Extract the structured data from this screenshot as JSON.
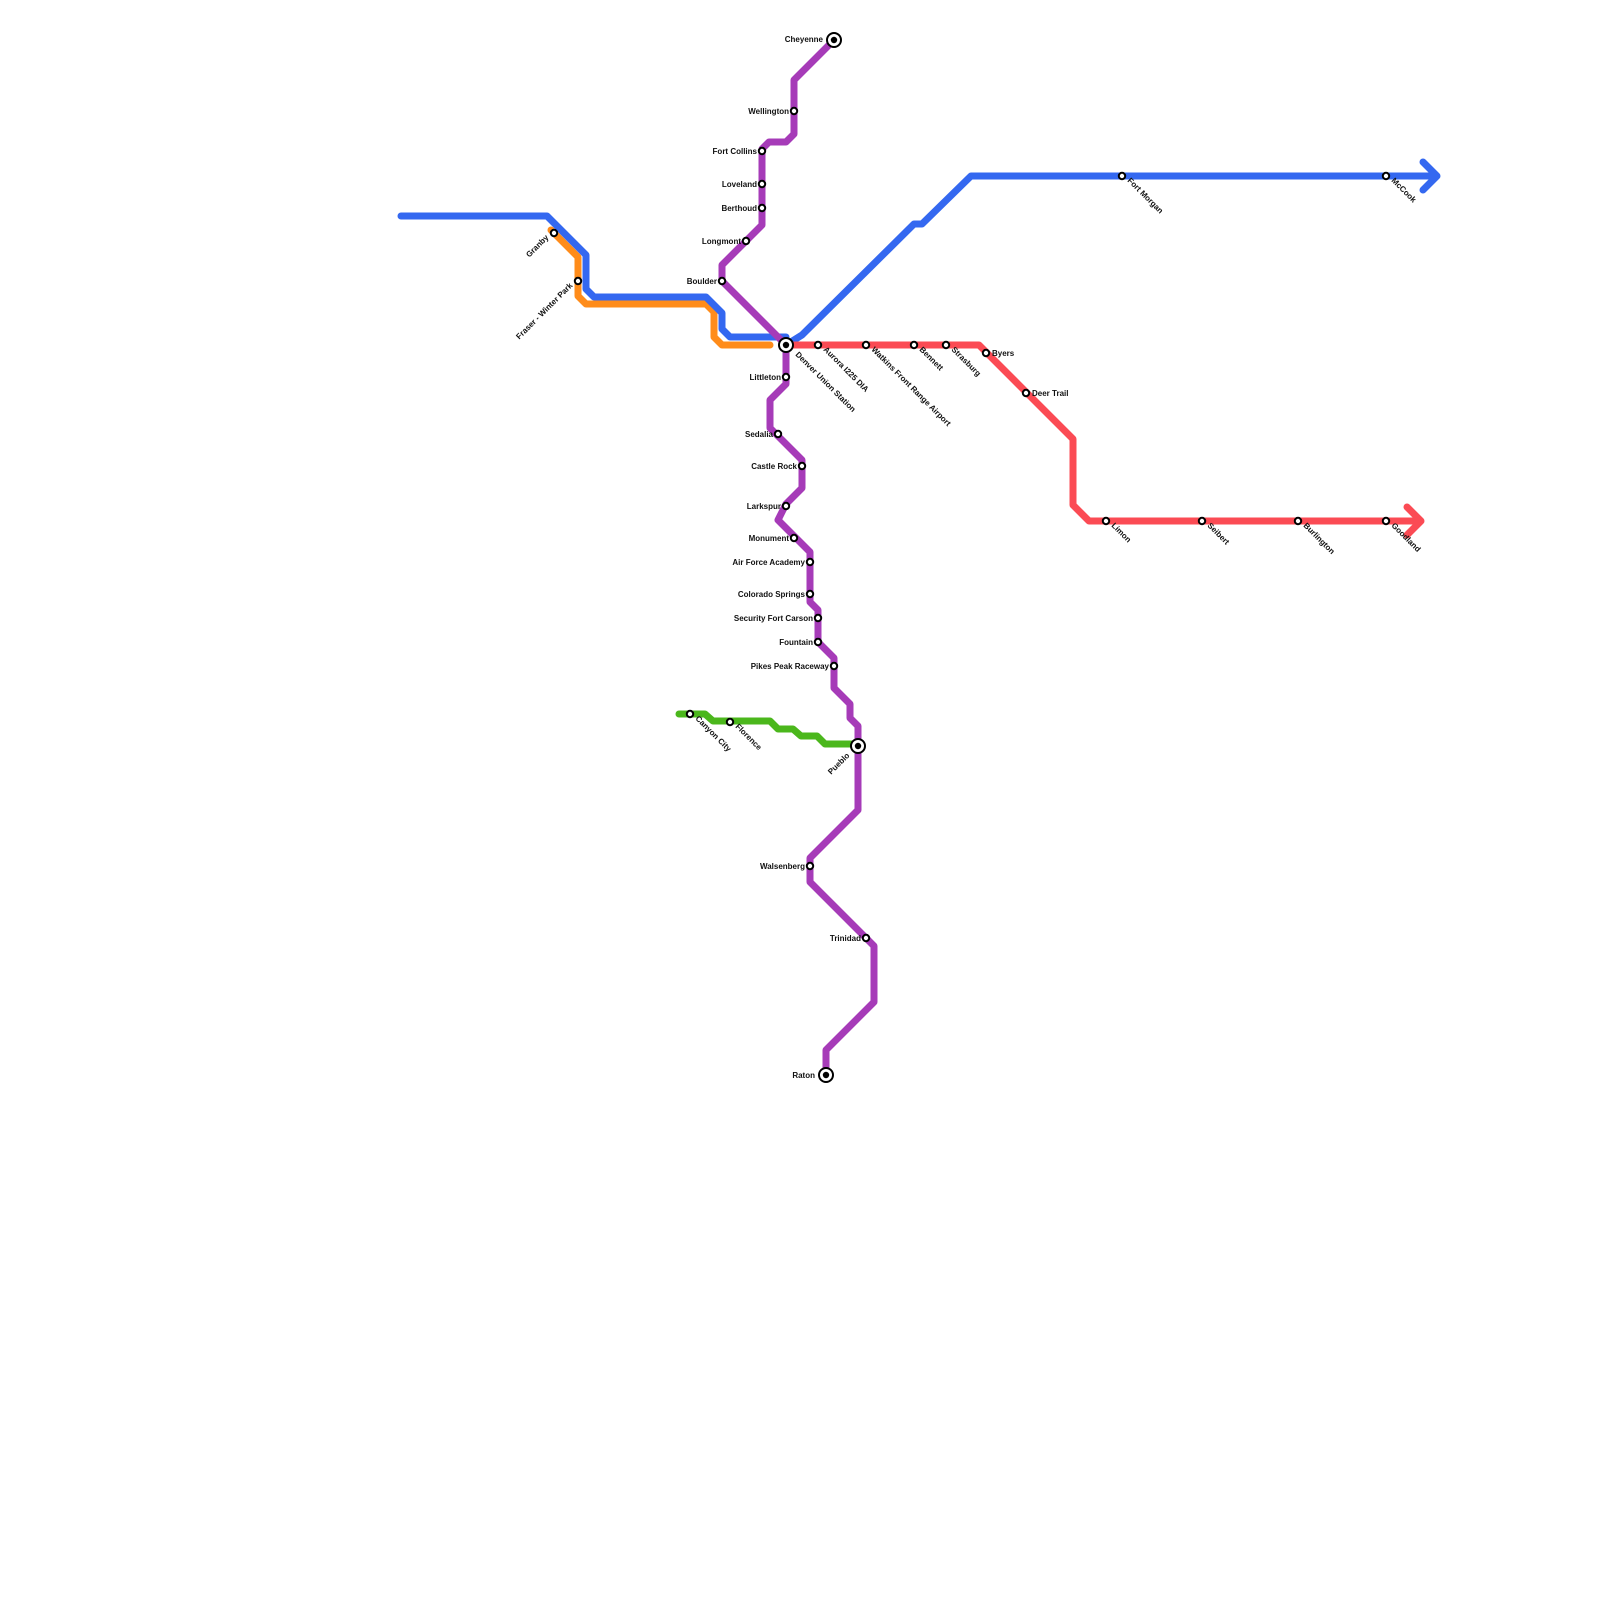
{
  "lines": [
    {
      "id": "purple",
      "color": "#a63bb8"
    },
    {
      "id": "blue",
      "color": "#3468f0"
    },
    {
      "id": "orange",
      "color": "#ff8c1a"
    },
    {
      "id": "red",
      "color": "#fb4b54"
    },
    {
      "id": "green",
      "color": "#4bb71c"
    }
  ],
  "stations": {
    "cheyenne": "Cheyenne",
    "wellington": "Wellington",
    "fort_collins": "Fort Collins",
    "loveland": "Loveland",
    "berthoud": "Berthoud",
    "longmont": "Longmont",
    "boulder": "Boulder",
    "denver_union_station": "Denver Union Station",
    "littleton": "Littleton",
    "sedalia": "Sedalia",
    "castle_rock": "Castle Rock",
    "larkspur": "Larkspur",
    "monument": "Monument",
    "air_force_academy": "Air Force Academy",
    "colorado_springs": "Colorado Springs",
    "security_fort_carson": "Security Fort Carson",
    "fountain": "Fountain",
    "pikes_peak_raceway": "Pikes Peak Raceway",
    "pueblo": "Pueblo",
    "walsenberg": "Walsenberg",
    "trinidad": "Trinidad",
    "raton": "Raton",
    "granby": "Granby",
    "fraser_winter_park": "Fraser - Winter Park",
    "aurora_i225_dia": "Aurora I225 DIA",
    "watkins_front_range_airport": "Watkins Front Range Airport",
    "bennett": "Bennett",
    "strasburg": "Strasburg",
    "byers": "Byers",
    "deer_trail": "Deer Trail",
    "limon": "Limon",
    "seibert": "Seibert",
    "burlington": "Burlington",
    "goodland": "Goodland",
    "fort_morgan": "Fort Morgan",
    "mccook": "McCook",
    "canyon_city": "Canyon City",
    "florence": "Florence"
  }
}
